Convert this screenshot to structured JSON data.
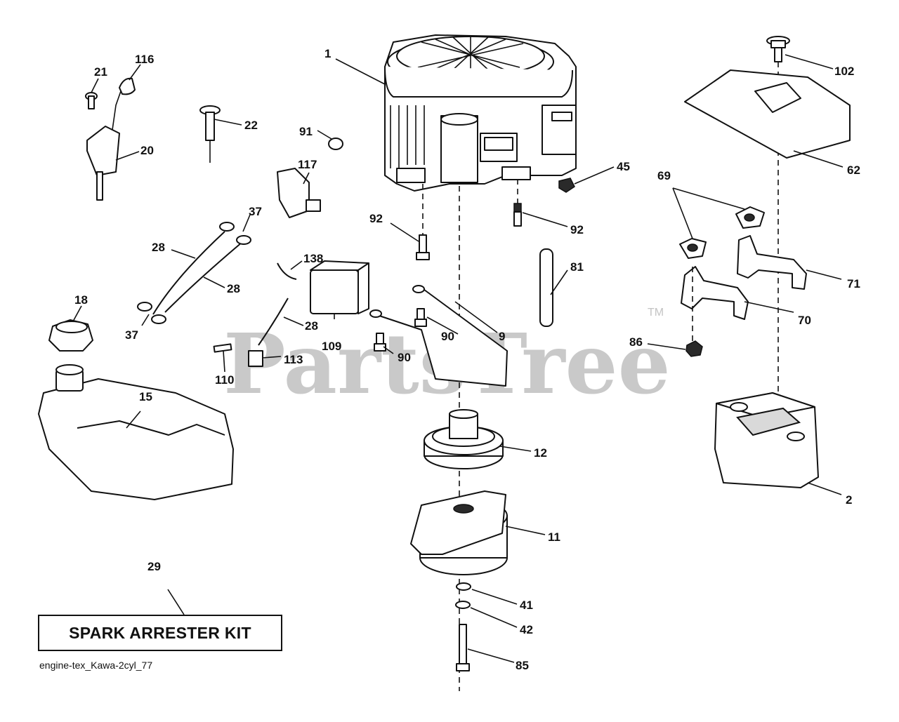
{
  "watermark": {
    "text": "PartsTree",
    "trademark": "TM"
  },
  "footer": {
    "code": "engine-tex_Kawa-2cyl_77"
  },
  "kit_box": {
    "label": "SPARK ARRESTER KIT"
  },
  "callouts": {
    "c1": "1",
    "c2": "2",
    "c9": "9",
    "c11": "11",
    "c12": "12",
    "c15": "15",
    "c18": "18",
    "c20": "20",
    "c21": "21",
    "c22": "22",
    "c28a": "28",
    "c28b": "28",
    "c28c": "28",
    "c29": "29",
    "c37a": "37",
    "c37b": "37",
    "c41": "41",
    "c42": "42",
    "c45": "45",
    "c62": "62",
    "c69": "69",
    "c70": "70",
    "c71": "71",
    "c81": "81",
    "c85": "85",
    "c86": "86",
    "c90a": "90",
    "c90b": "90",
    "c91": "91",
    "c92a": "92",
    "c92b": "92",
    "c102": "102",
    "c109": "109",
    "c110": "110",
    "c113": "113",
    "c116": "116",
    "c117": "117",
    "c138": "138"
  }
}
